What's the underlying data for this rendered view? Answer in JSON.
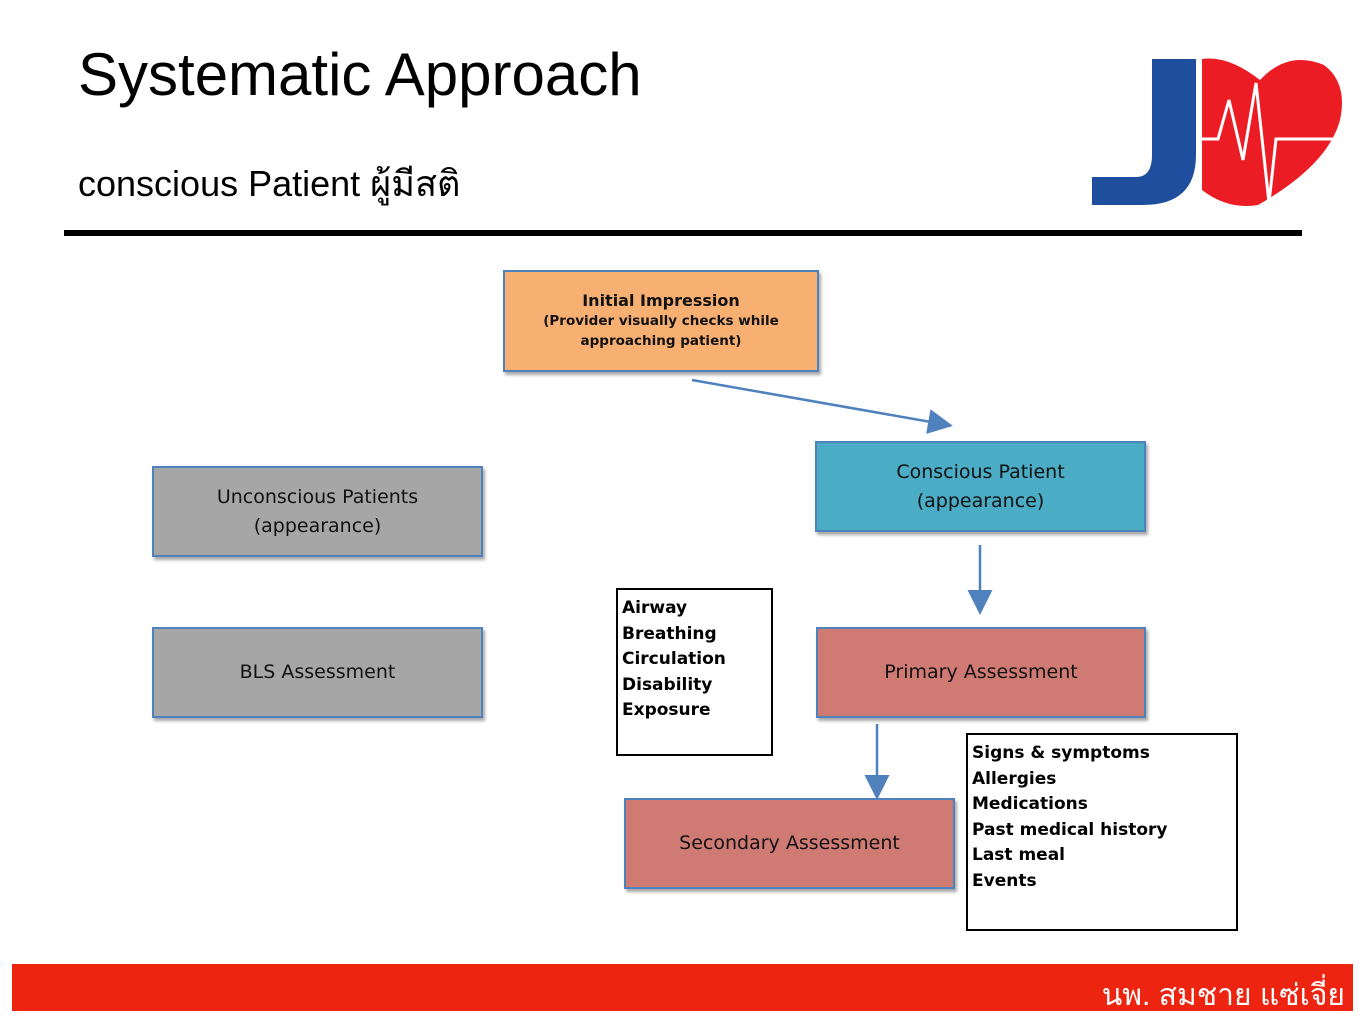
{
  "header": {
    "title": "Systematic Approach",
    "subtitle": "conscious Patient ผู้มีสติ",
    "logo_text": "J"
  },
  "colors": {
    "accent_red": "#ec2410",
    "logo_blue": "#1f4e9e",
    "logo_red": "#ec1c24"
  },
  "diagram": {
    "initial_impression": {
      "title": "Initial Impression",
      "detail": "(Provider visually checks while approaching patient)"
    },
    "conscious": {
      "line1": "Conscious Patient",
      "line2": "(appearance)"
    },
    "unconscious": {
      "line1": "Unconscious Patients",
      "line2": "(appearance)"
    },
    "bls": "BLS Assessment",
    "primary": "Primary Assessment",
    "secondary": "Secondary Assessment",
    "abcde": [
      "Airway",
      "Breathing",
      "Circulation",
      "Disability",
      "Exposure"
    ],
    "sample": [
      "Signs & symptoms",
      "Allergies",
      "Medications",
      "Past medical history",
      "Last meal",
      "Events"
    ]
  },
  "footer": {
    "author": "นพ. สมชาย แซ่เจี่ย"
  }
}
